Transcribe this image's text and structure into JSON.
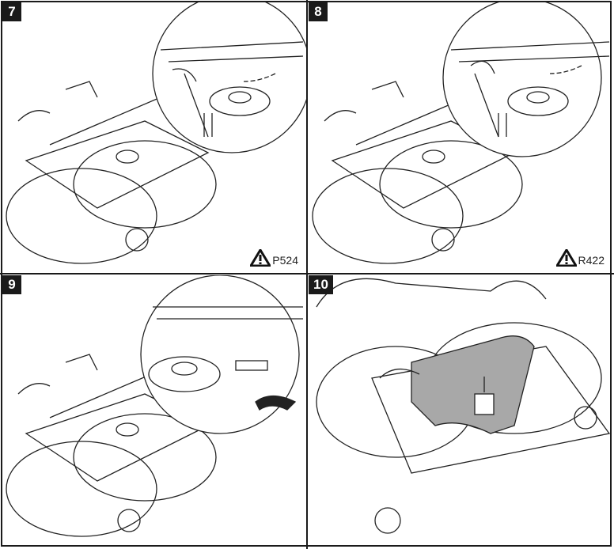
{
  "steps": [
    {
      "number": "7",
      "code": "P524"
    },
    {
      "number": "8",
      "code": "R422"
    },
    {
      "number": "9"
    },
    {
      "number": "10"
    }
  ],
  "colors": {
    "border": "#1a1a1a",
    "cover": "#a8a8a8"
  }
}
